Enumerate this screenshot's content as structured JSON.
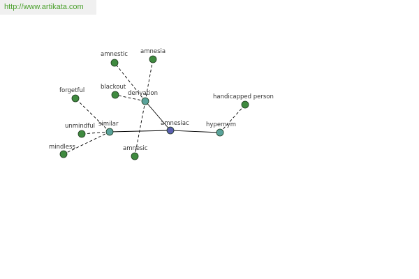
{
  "banner": {
    "url_text": "http://www.artikata.com"
  },
  "colors": {
    "center_node": "#5b5fb0",
    "relation_node": "#5aa39b",
    "leaf_node": "#3f8a3f",
    "edge": "#000000"
  },
  "graph": {
    "center": "amnesiac",
    "relations": [
      "derivation",
      "similar",
      "hypernym"
    ],
    "leaves": {
      "derivation": [
        "amnestic",
        "amnesia",
        "blackout",
        "amnesic"
      ],
      "similar": [
        "forgetful",
        "unmindful",
        "mindless"
      ],
      "hypernym": [
        "handicapped person"
      ]
    }
  }
}
